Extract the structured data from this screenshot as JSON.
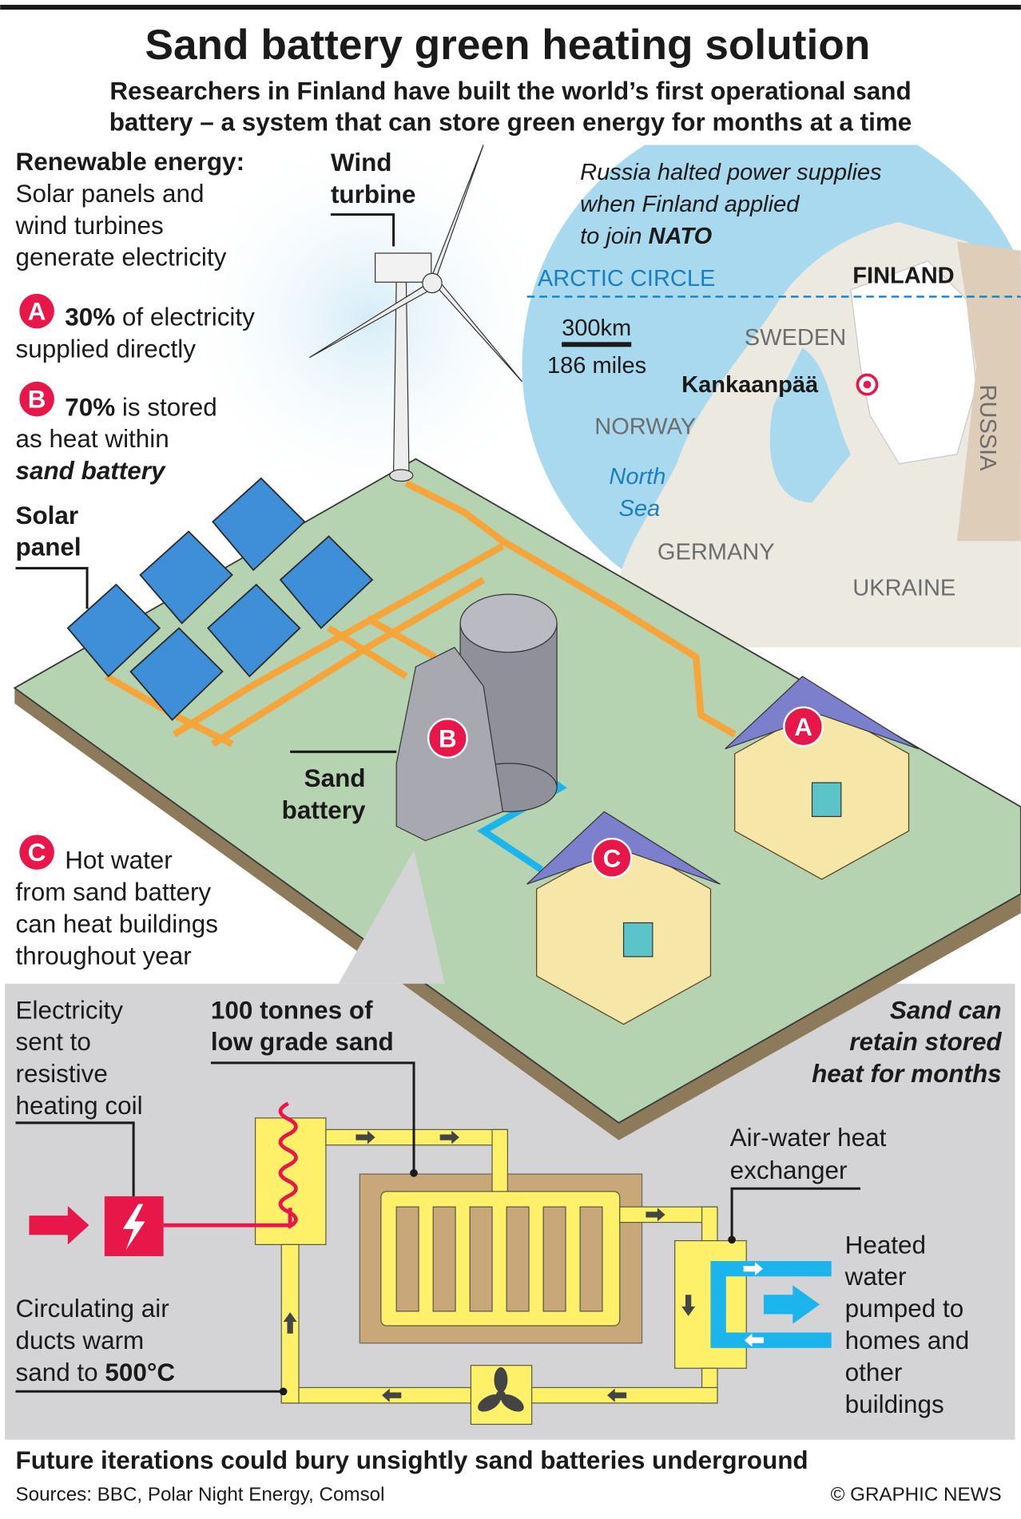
{
  "title": "Sand battery green heating solution",
  "subtitle": [
    "Researchers in Finland have built the world’s first operational sand",
    "battery – a system that can store green energy for months at a time"
  ],
  "renewable": {
    "heading": "Renewable energy:",
    "lines": [
      "Solar panels and",
      "wind turbines",
      "generate electricity"
    ]
  },
  "point_a": {
    "badge": "A",
    "bold": "30%",
    "rest": " of electricity",
    "line2": "supplied directly"
  },
  "point_b": {
    "badge": "B",
    "bold": "70%",
    "rest": " is stored",
    "line2": "as heat within",
    "line3": "sand battery"
  },
  "point_c": {
    "badge": "C",
    "lines": [
      "Hot water",
      "from sand battery",
      "can heat buildings",
      "throughout year"
    ]
  },
  "labels": {
    "solar": [
      "Solar",
      "panel"
    ],
    "wind": [
      "Wind",
      "turbine"
    ],
    "battery": [
      "Sand",
      "battery"
    ]
  },
  "map": {
    "note": [
      "Russia halted power supplies",
      "when Finland applied",
      "to join "
    ],
    "note_bold": "NATO",
    "arctic": "ARCTIC CIRCLE",
    "scale_km": "300km",
    "scale_mi": "186 miles",
    "countries": {
      "finland": "FINLAND",
      "sweden": "SWEDEN",
      "norway": "NORWAY",
      "germany": "GERMANY",
      "ukraine": "UKRAINE",
      "russia": "RUSSIA"
    },
    "sea": [
      "North",
      "Sea"
    ],
    "town": "Kankaanpää"
  },
  "diagram": {
    "electricity": [
      "Electricity",
      "sent to",
      "resistive",
      "heating coil"
    ],
    "sand": [
      "100 tonnes of",
      "low grade sand"
    ],
    "retain": [
      "Sand can",
      "retain stored",
      "heat for months"
    ],
    "exchanger": [
      "Air-water heat",
      "exchanger"
    ],
    "heated": [
      "Heated",
      "water",
      "pumped to",
      "homes and",
      "other",
      "buildings"
    ],
    "circulating": [
      "Circulating air",
      "ducts warm",
      "sand to "
    ],
    "temp": "500°C"
  },
  "footer": {
    "headline": "Future iterations could bury unsightly sand batteries underground",
    "sources": "Sources: BBC, Polar Night Energy, Comsol",
    "credit": "© GRAPHIC NEWS"
  },
  "colors": {
    "accent_red": "#e8174a",
    "ground": "#b5d3b0",
    "duct_yellow": "#fff06a",
    "water_blue": "#1cb4ec",
    "sea": "#a9d9ee",
    "pipe_orange": "#f5a53a"
  }
}
